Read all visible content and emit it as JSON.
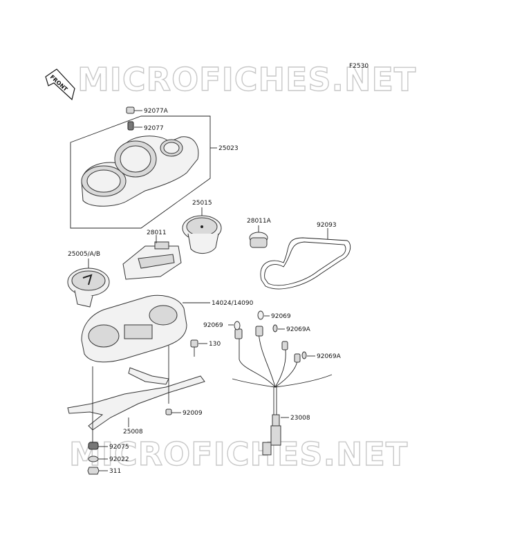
{
  "watermark": "MICROFICHES.NET",
  "figure_code": "F2530",
  "front_label": "FRONT",
  "labels": {
    "p92077a": "92077A",
    "p92077": "92077",
    "p25023": "25023",
    "p25015": "25015",
    "p28011a": "28011A",
    "p92093": "92093",
    "p28011": "28011",
    "p25005": "25005/A/B",
    "p14024": "14024/14090",
    "p92069_top": "92069",
    "p92069_left": "92069",
    "p92069a_1": "92069A",
    "p130": "130",
    "p92069a_2": "92069A",
    "p92009": "92009",
    "p25008": "25008",
    "p23008": "23008",
    "p92075": "92075",
    "p92022": "92022",
    "p311": "311"
  }
}
